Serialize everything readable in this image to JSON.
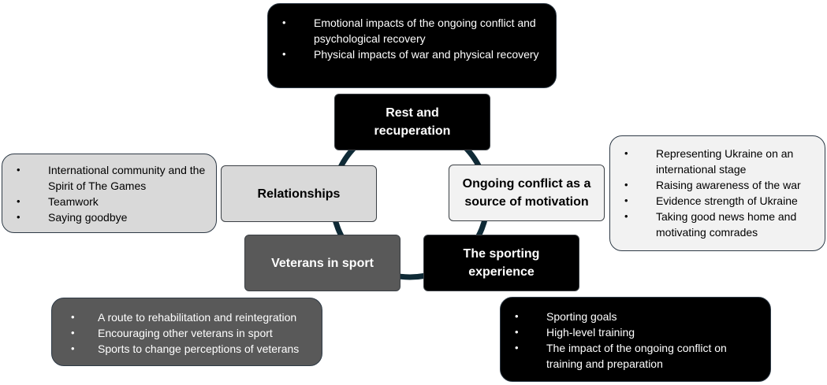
{
  "colors": {
    "ring": "#0f2a36",
    "dark_box": "#000000",
    "mid_box": "#595959",
    "light_box": "#d9d9d9",
    "pale_box": "#f2f2f2"
  },
  "themes": {
    "rest": "Rest and\nrecuperation",
    "relationships": "Relationships",
    "motivation": "Ongoing conflict as a\nsource of motivation",
    "veterans": "Veterans in sport",
    "sporting": "The sporting\nexperience"
  },
  "subthemes": {
    "rest": [
      "Emotional impacts of the ongoing conflict and psychological recovery",
      "Physical impacts of war and physical recovery"
    ],
    "relationships": [
      "International community and the Spirit of The Games",
      "Teamwork",
      "Saying goodbye"
    ],
    "motivation": [
      "Representing Ukraine on an international stage",
      "Raising awareness of the war",
      "Evidence strength of Ukraine",
      "Taking good news home and motivating comrades"
    ],
    "veterans": [
      "A route to rehabilitation and reintegration",
      "Encouraging other veterans in sport",
      "Sports to change perceptions of veterans"
    ],
    "sporting": [
      "Sporting goals",
      "High-level training",
      "The impact of the ongoing conflict on training and preparation"
    ]
  }
}
